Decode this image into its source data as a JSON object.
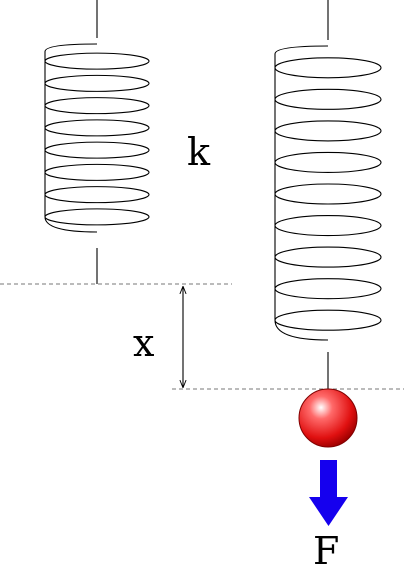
{
  "labels": {
    "spring_constant": "k",
    "displacement": "x",
    "force": "F"
  },
  "colors": {
    "force_arrow": "#1500ee",
    "mass_ball": "#e01010",
    "dashed_line": "#777777",
    "spring": "#000000"
  },
  "springs": {
    "relaxed": {
      "coils": 8
    },
    "stretched": {
      "coils": 9
    }
  }
}
